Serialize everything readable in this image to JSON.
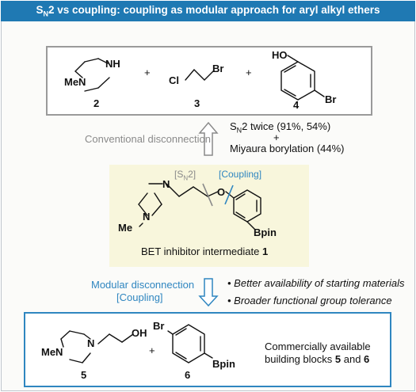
{
  "header": {
    "title_pre": "S",
    "title_sub": "N",
    "title_post": "2 vs coupling: coupling as modular approach for aryl alkyl ethers"
  },
  "top": {
    "plus1": "+",
    "plus2": "+",
    "cmpd2": {
      "nh": "NH",
      "me_n": "MeN",
      "label": "2"
    },
    "cmpd3": {
      "cl": "Cl",
      "br": "Br",
      "label": "3"
    },
    "cmpd4": {
      "ho": "HO",
      "br": "Br",
      "label": "4"
    }
  },
  "conventional": {
    "label": "Conventional disconnection",
    "cond1_pre": "S",
    "cond1_sub": "N",
    "cond1_post": "2 twice (91%, 54%)",
    "plus": "+",
    "cond2": "Miyaura borylation (44%)"
  },
  "intermediate": {
    "sn2_pre": "[S",
    "sn2_sub": "N",
    "sn2_post": "2]",
    "coupling": "[Coupling]",
    "o": "O",
    "n_top": "N",
    "n_bot": "N",
    "me": "Me",
    "bpin": "Bpin",
    "caption_pre": "BET inhibitor intermediate ",
    "caption_num": "1"
  },
  "modular": {
    "label1": "Modular disconnection",
    "label2": "[Coupling]",
    "bullet1": "• Better availability of starting materials",
    "bullet2": "• Broader functional group tolerance"
  },
  "bottom": {
    "cmpd5": {
      "me_n": "MeN",
      "n": "N",
      "oh": "OH",
      "label": "5"
    },
    "plus": "+",
    "cmpd6": {
      "br": "Br",
      "bpin": "Bpin",
      "label": "6"
    },
    "text1": "Commercially available",
    "text2_pre": "building blocks ",
    "text2_b1": "5",
    "text2_mid": " and ",
    "text2_b2": "6"
  },
  "colors": {
    "accent": "#1f79b3",
    "blue": "#2f86c0",
    "gray": "#8a8a8a",
    "yellow": "#f8f6dc"
  }
}
